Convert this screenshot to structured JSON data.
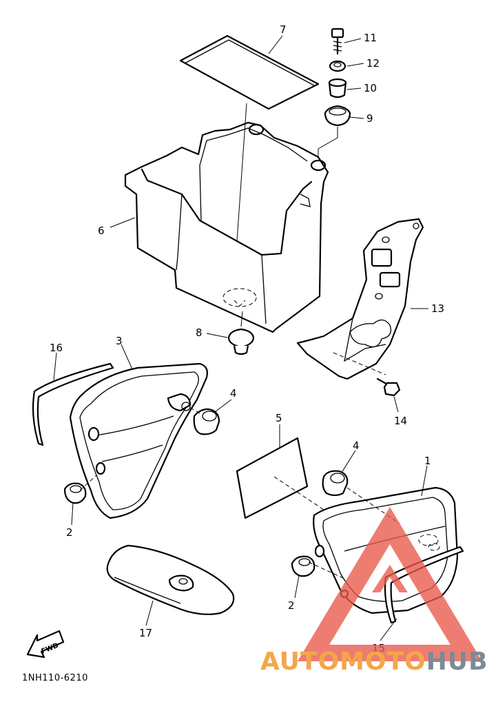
{
  "diagram": {
    "callouts": [
      {
        "id": "c1",
        "label": "1"
      },
      {
        "id": "c2a",
        "label": "2"
      },
      {
        "id": "c2b",
        "label": "2"
      },
      {
        "id": "c3",
        "label": "3"
      },
      {
        "id": "c4a",
        "label": "4"
      },
      {
        "id": "c4b",
        "label": "4"
      },
      {
        "id": "c5",
        "label": "5"
      },
      {
        "id": "c6",
        "label": "6"
      },
      {
        "id": "c7",
        "label": "7"
      },
      {
        "id": "c8",
        "label": "8"
      },
      {
        "id": "c9",
        "label": "9"
      },
      {
        "id": "c10",
        "label": "10"
      },
      {
        "id": "c11",
        "label": "11"
      },
      {
        "id": "c12",
        "label": "12"
      },
      {
        "id": "c13",
        "label": "13"
      },
      {
        "id": "c14",
        "label": "14"
      },
      {
        "id": "c15",
        "label": "15"
      },
      {
        "id": "c16",
        "label": "16"
      },
      {
        "id": "c17",
        "label": "17"
      }
    ],
    "fwd_label": "FWD",
    "drawing_code": "1NH110-6210"
  },
  "watermark": {
    "part1": "AUTOMOTO",
    "part2": "HUB",
    "color1": "#f4a64a",
    "color2": "#7d8a96",
    "logo_color": "#e8594a"
  }
}
